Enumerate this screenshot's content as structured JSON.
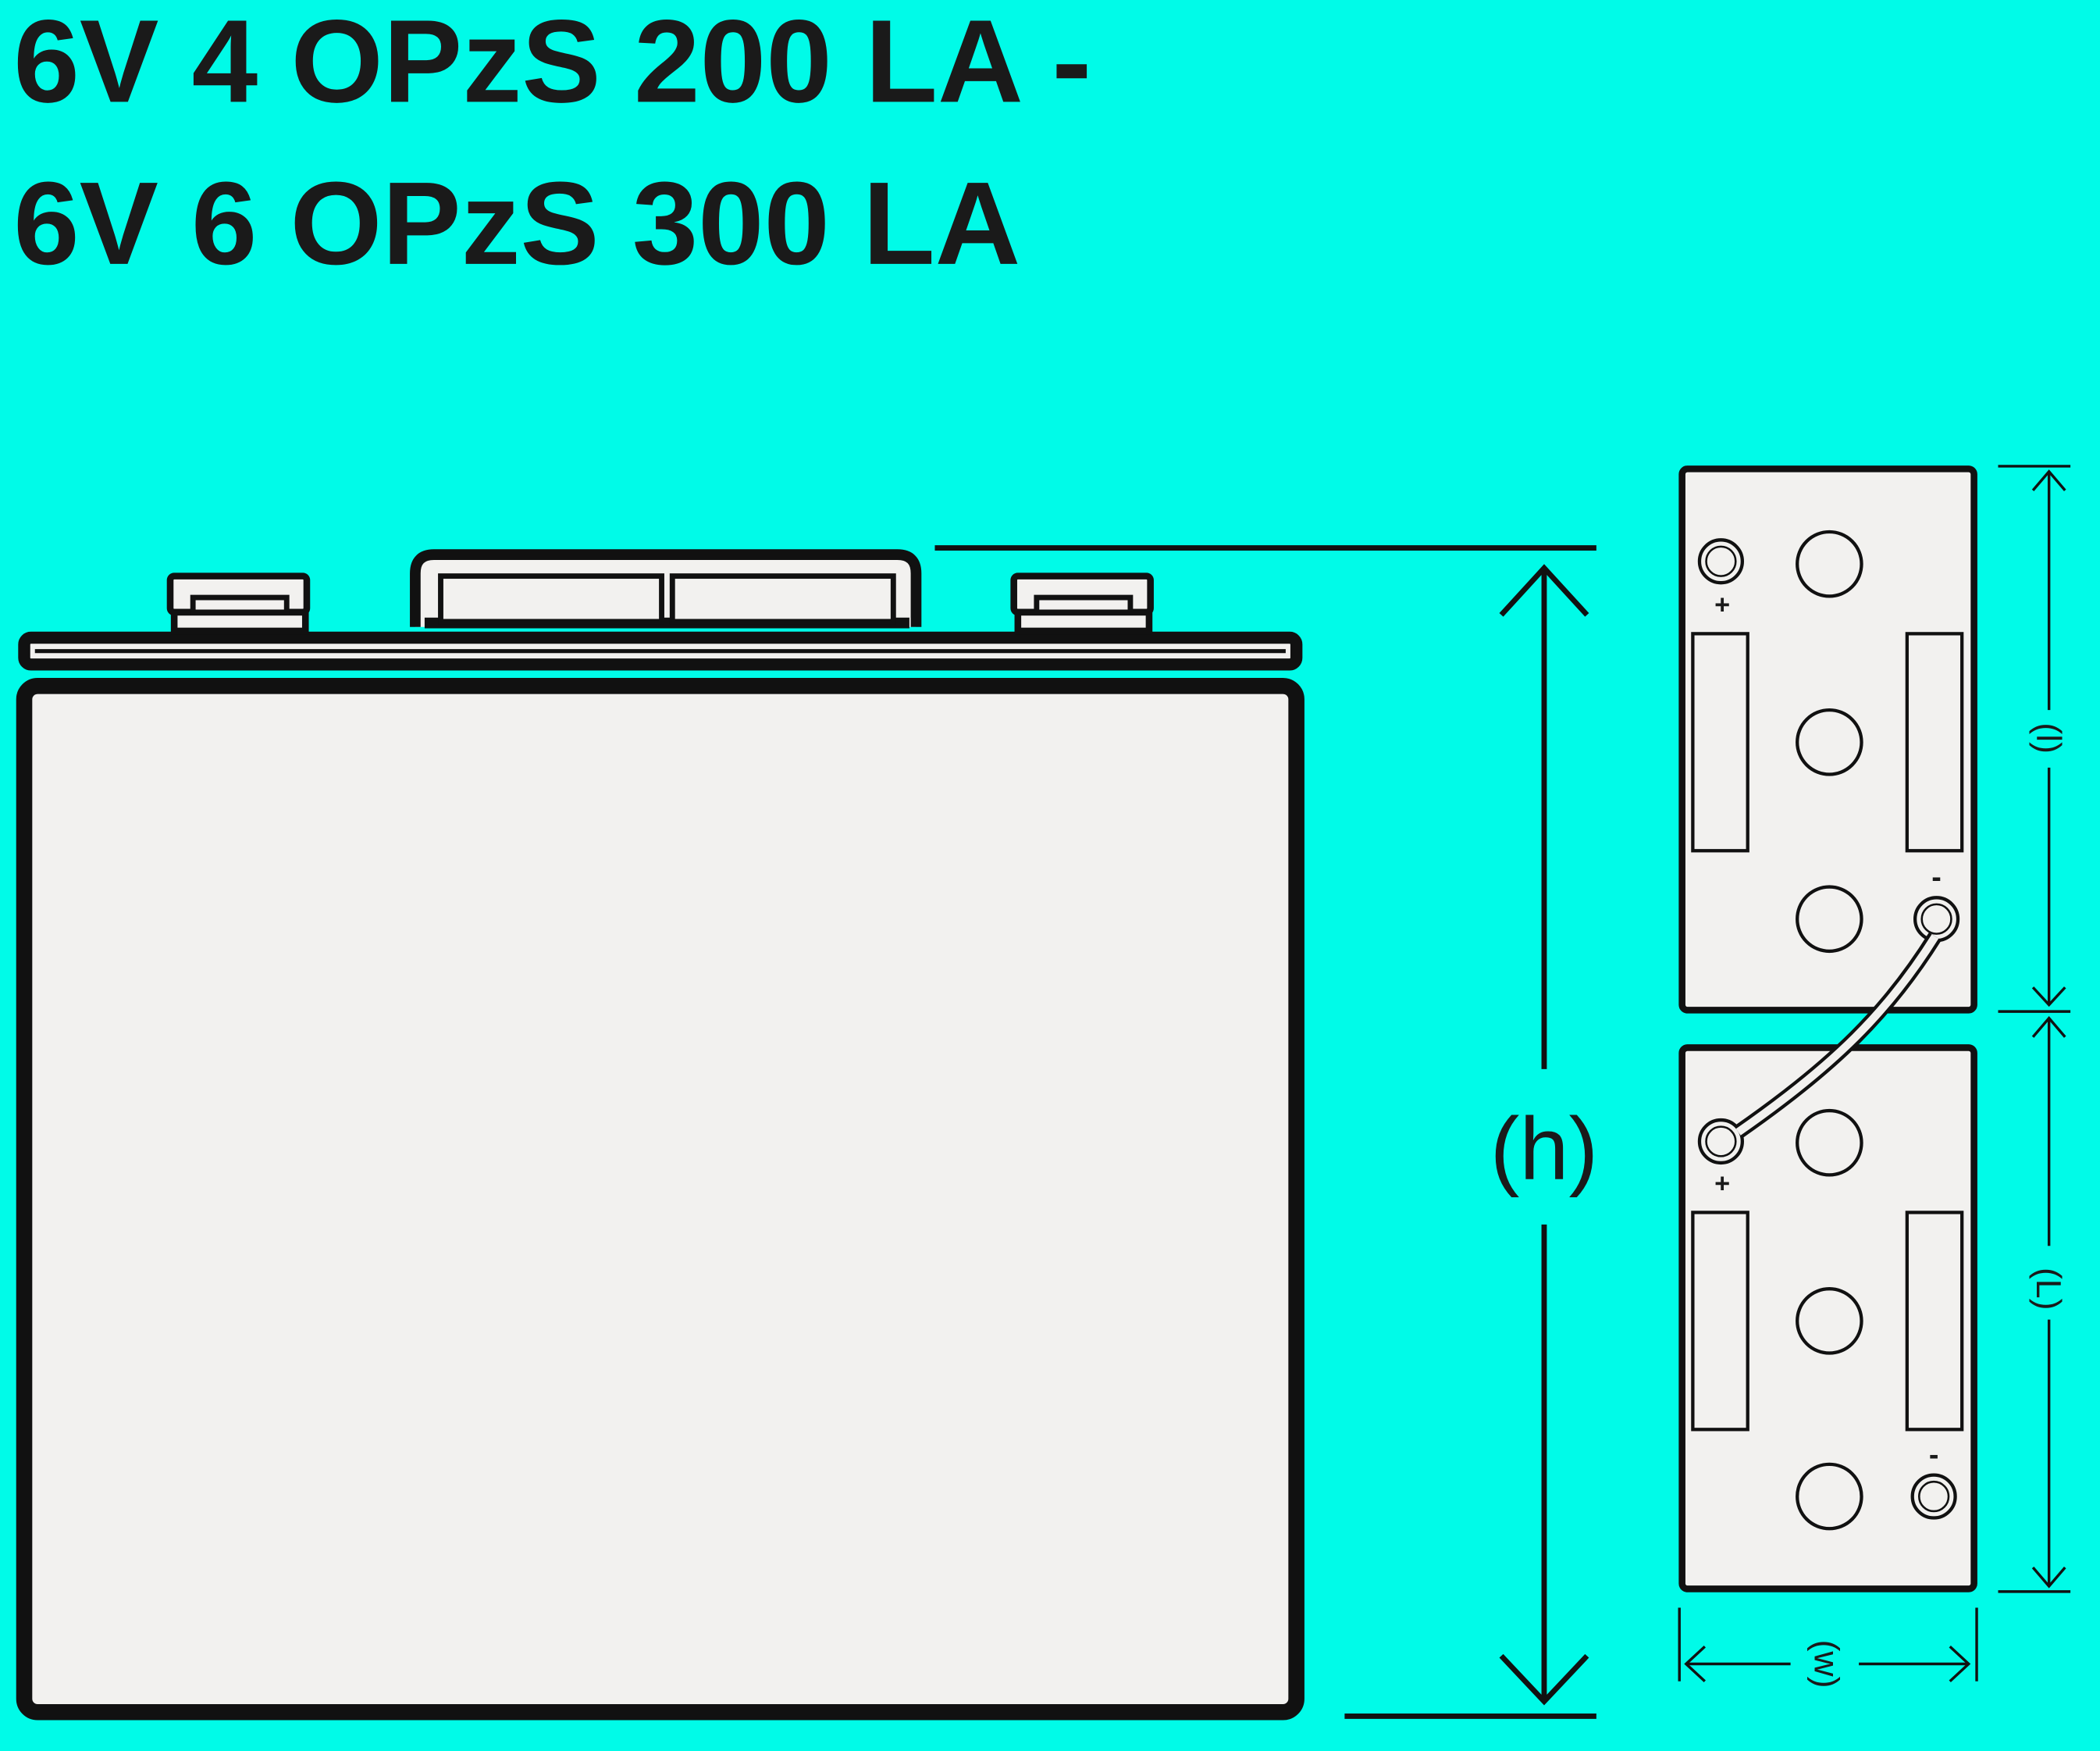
{
  "title": {
    "line1": "6V 4 OPzS 200 LA -",
    "line2": "6V 6 OPzS 300 LA"
  },
  "dimensions": {
    "height_label": "(h)",
    "length_label": "(l)",
    "length2_label": "(L)",
    "width_label": "(w)"
  },
  "terminals": {
    "positive": "+",
    "negative": "-"
  },
  "colors": {
    "background": "#00fbe8",
    "battery_fill": "#f2f1ef",
    "stroke": "#111111"
  }
}
